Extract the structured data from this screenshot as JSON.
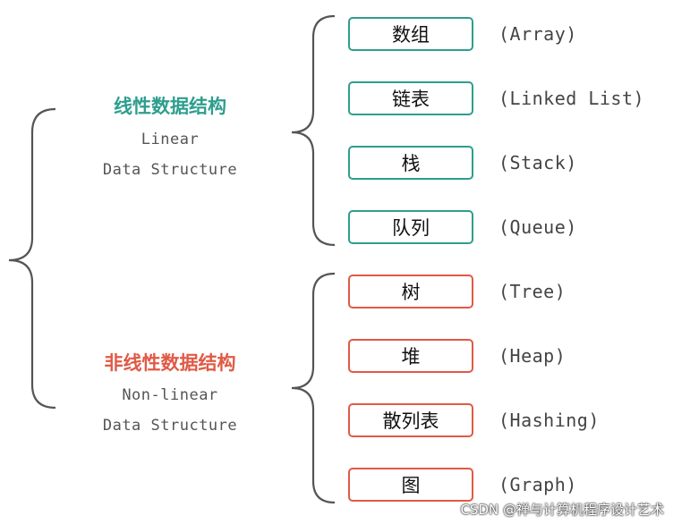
{
  "linear": {
    "title_zh": "线性数据结构",
    "title_en_line1": "Linear",
    "title_en_line2": "Data Structure",
    "color": "#2e9e8e",
    "items": [
      {
        "zh": "数组",
        "en": "(Array)"
      },
      {
        "zh": "链表",
        "en": "(Linked List)"
      },
      {
        "zh": "栈",
        "en": "(Stack)"
      },
      {
        "zh": "队列",
        "en": "(Queue)"
      }
    ]
  },
  "nonlinear": {
    "title_zh": "非线性数据结构",
    "title_en_line1": "Non-linear",
    "title_en_line2": "Data Structure",
    "color": "#e05a45",
    "items": [
      {
        "zh": "树",
        "en": "(Tree)"
      },
      {
        "zh": "堆",
        "en": "(Heap)"
      },
      {
        "zh": "散列表",
        "en": "(Hashing)"
      },
      {
        "zh": "图",
        "en": "(Graph)"
      }
    ]
  },
  "watermark": "CSDN @禅与计算机程序设计艺术"
}
